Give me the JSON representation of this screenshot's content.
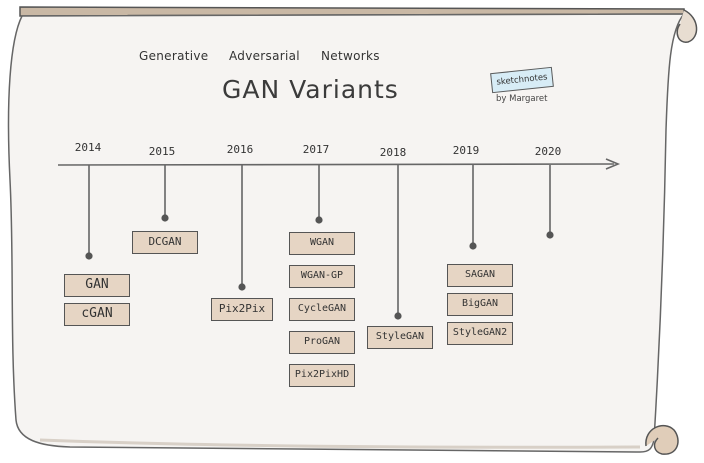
{
  "header": {
    "subtitle_words": [
      "Generative",
      "Adversarial",
      "Networks"
    ],
    "title": "GAN Variants",
    "badge": "sketchnotes",
    "byline": "by Margaret"
  },
  "timeline": {
    "years": [
      {
        "year": "2014",
        "variants": [
          "GAN",
          "cGAN"
        ]
      },
      {
        "year": "2015",
        "variants": [
          "DCGAN"
        ]
      },
      {
        "year": "2016",
        "variants": [
          "Pix2Pix"
        ]
      },
      {
        "year": "2017",
        "variants": [
          "WGAN",
          "WGAN-GP",
          "CycleGAN",
          "ProGAN",
          "Pix2PixHD"
        ]
      },
      {
        "year": "2018",
        "variants": [
          "StyleGAN"
        ]
      },
      {
        "year": "2019",
        "variants": [
          "SAGAN",
          "BigGAN",
          "StyleGAN2"
        ]
      },
      {
        "year": "2020",
        "variants": []
      }
    ]
  },
  "colors": {
    "paper": "#f6f4f2",
    "scroll_edge": "#c9b8a5",
    "box_fill": "#e6d5c4",
    "highlight": "#e3cbb4",
    "badge_fill": "#d7ecf6",
    "ink": "#555555"
  }
}
